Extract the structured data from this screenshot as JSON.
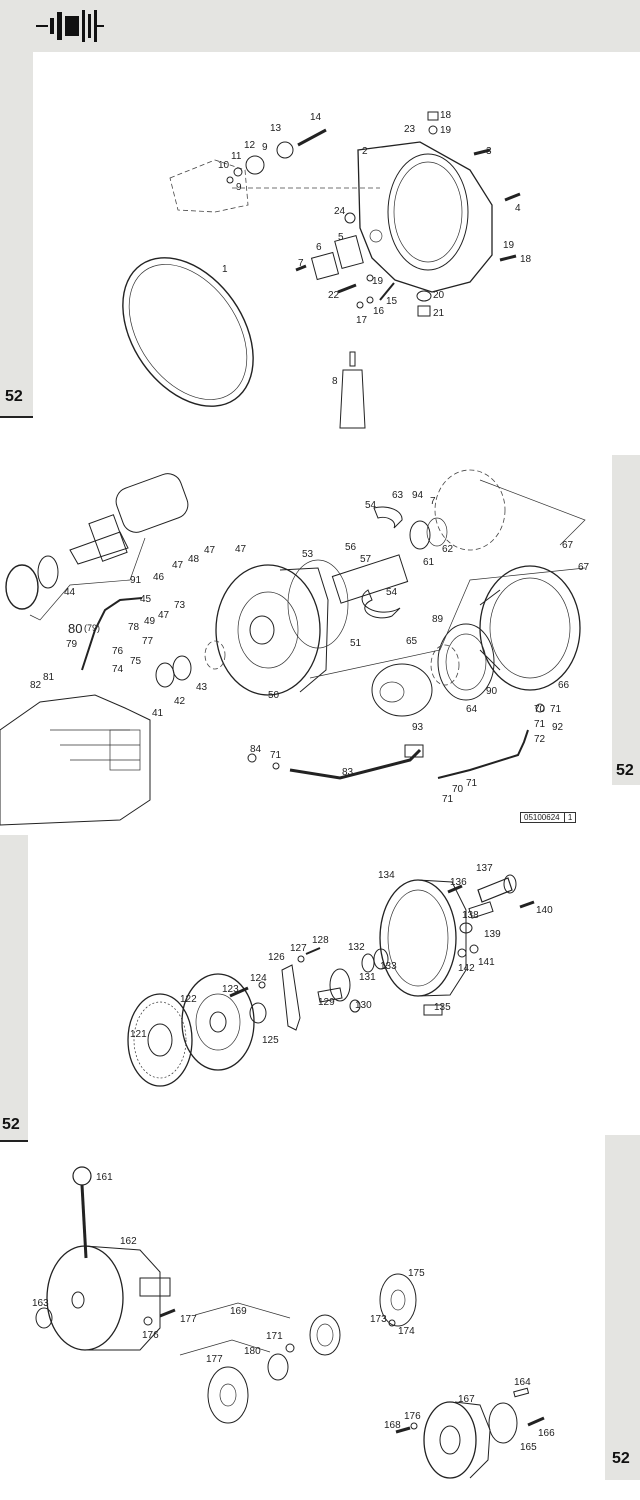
{
  "header": {
    "icon": "gearbox-symbol-icon"
  },
  "page_tabs": [
    "52",
    "52",
    "52",
    "52"
  ],
  "panel1": {
    "labels": [
      "14",
      "13",
      "12",
      "11",
      "10",
      "9",
      "9",
      "1",
      "2",
      "3",
      "18",
      "23",
      "19",
      "4",
      "24",
      "5",
      "6",
      "7",
      "19",
      "18",
      "22",
      "19",
      "15",
      "20",
      "17",
      "16",
      "21",
      "8"
    ]
  },
  "panel2": {
    "labels": [
      "91",
      "44",
      "46",
      "47",
      "48",
      "47",
      "47",
      "53",
      "45",
      "73",
      "47",
      "80",
      "(79)",
      "79",
      "78",
      "49",
      "77",
      "76",
      "75",
      "74",
      "82",
      "81",
      "41",
      "42",
      "43",
      "50",
      "51",
      "56",
      "57",
      "54",
      "54",
      "63",
      "94",
      "7",
      "61",
      "62",
      "67",
      "67",
      "89",
      "65",
      "66",
      "90",
      "64",
      "93",
      "70",
      "71",
      "92",
      "71",
      "72",
      "84",
      "71",
      "83",
      "71",
      "70",
      "71"
    ],
    "reference": "05100624",
    "reference_sheet": "1"
  },
  "panel3": {
    "labels": [
      "134",
      "137",
      "136",
      "138",
      "139",
      "140",
      "128",
      "127",
      "126",
      "132",
      "131",
      "133",
      "142",
      "141",
      "123",
      "124",
      "122",
      "129",
      "130",
      "135",
      "125",
      "121"
    ]
  },
  "panel4": {
    "labels": [
      "161",
      "162",
      "163",
      "176",
      "177",
      "169",
      "171",
      "180",
      "177",
      "175",
      "173",
      "174",
      "164",
      "167",
      "176",
      "168",
      "166",
      "165"
    ]
  }
}
